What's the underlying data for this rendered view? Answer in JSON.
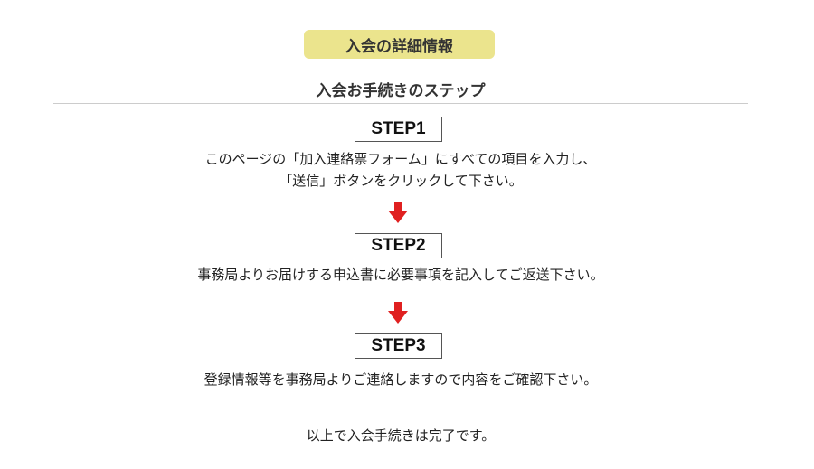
{
  "header": {
    "badge_label": "入会の詳細情報",
    "steps_heading": "入会お手続きのステップ"
  },
  "steps": [
    {
      "label": "STEP1",
      "lines": [
        "このページの「加入連絡票フォーム」にすべての項目を入力し、",
        "「送信」ボタンをクリックして下さい。"
      ]
    },
    {
      "label": "STEP2",
      "lines": [
        "事務局よりお届けする申込書に必要事項を記入してご返送下さい。"
      ]
    },
    {
      "label": "STEP3",
      "lines": [
        "登録情報等を事務局よりご連絡しますので内容をご確認下さい。"
      ]
    }
  ],
  "footer": {
    "completion_text": "以上で入会手続きは完了です。"
  },
  "colors": {
    "badge_background": "#ebe48d",
    "arrow": "#e02020"
  },
  "icons": {
    "step_arrow": "arrow-down-icon"
  }
}
